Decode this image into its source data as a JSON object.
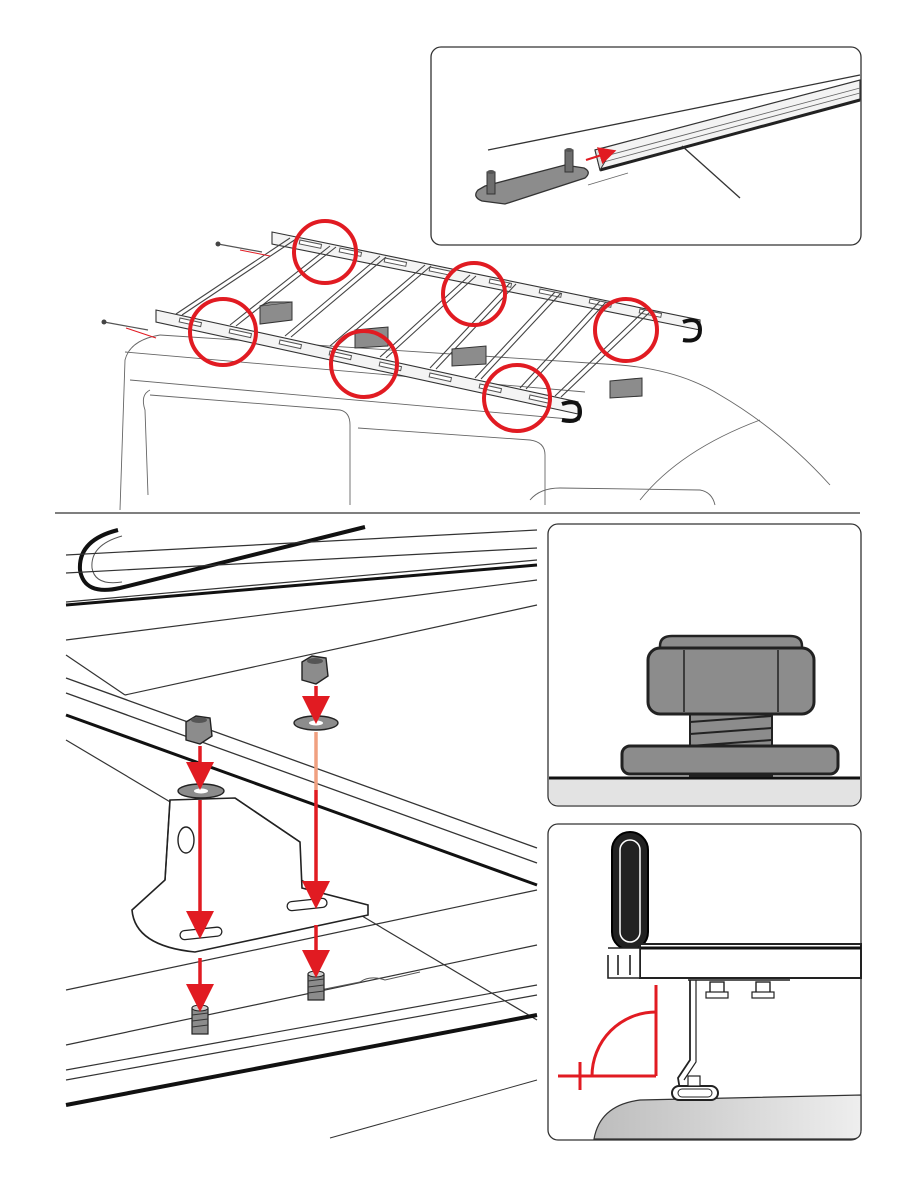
{
  "figure": {
    "text": "",
    "colors": {
      "accent": "#e11b22",
      "line": "#333333",
      "part_fill": "#8c8c8c",
      "panel_border": "#333333",
      "background": "#ffffff"
    },
    "panels": [
      "rail-insert-detail",
      "rack-overview",
      "bracket-mounting-explode",
      "nut-washer-detail",
      "crossbar-angle-detail"
    ],
    "highlight_count": 6,
    "icons": [
      "circle-highlight",
      "down-arrow",
      "hex-nut",
      "washer",
      "threaded-stud",
      "right-angle-arc"
    ]
  }
}
